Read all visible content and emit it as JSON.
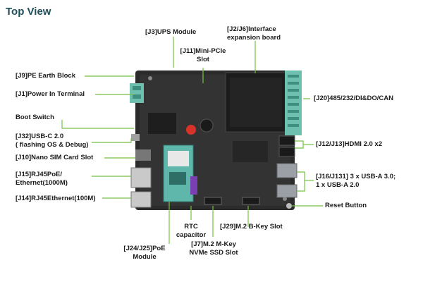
{
  "title": "Top View",
  "colors": {
    "leader": "#76c043",
    "board": "#2b2b2b",
    "terminal": "#6fbfae",
    "title": "#1f4e5a"
  },
  "labels": {
    "j3": "[J3]UPS Module",
    "j2j6_1": "[J2/J6]Interface",
    "j2j6_2": "expansion board",
    "j11_1": "[J11]Mini-PCIe",
    "j11_2": "Slot",
    "j9": "[J9]PE Earth Block",
    "j1": "[J1]Power In Terminal",
    "j20": "[J20]485/232/DI&DO/CAN",
    "boot": "Boot Switch",
    "j32_1": "[J32]USB-C 2.0",
    "j32_2": "( flashing OS & Debug)",
    "j12": "[J12/J13]HDMI 2.0 x2",
    "j10": "[J10]Nano SIM Card Slot",
    "j15_1": "[J15]RJ45PoE/",
    "j15_2": "Ethernet(1000M)",
    "j16_1": "[J16/J131] 3 x USB-A 3.0;",
    "j16_2": "1 x USB-A 2.0",
    "j14": "[J14]RJ45Ethernet(100M)",
    "reset": "Reset Button",
    "rtc_1": "RTC",
    "rtc_2": "capacitor",
    "j29": "[J29]M.2 B-Key Slot",
    "j24_1": "[J24/J25]PoE",
    "j24_2": "Module",
    "j7_1": "[J7]M.2 M-Key",
    "j7_2": "NVMe SSD Slot"
  }
}
